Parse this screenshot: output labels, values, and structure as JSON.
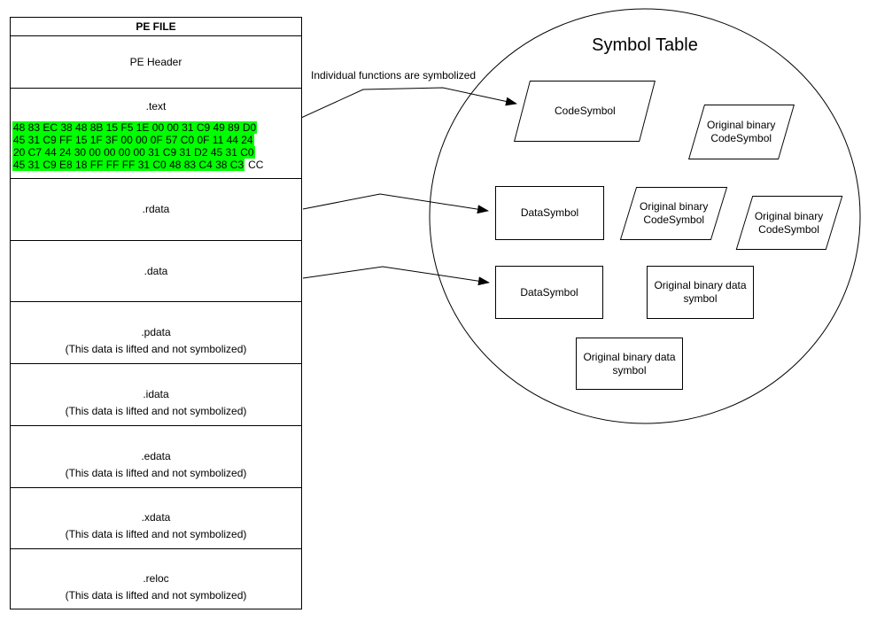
{
  "colors": {
    "background": "#ffffff",
    "stroke": "#000000",
    "highlight_green": "#00ff00"
  },
  "pe_file": {
    "title": "PE FILE",
    "header": "PE Header",
    "text_section": {
      "label": ".text",
      "hex_lines": [
        "48 83 EC 38 48 8B 15 F5 1E 00 00 31 C9 49 89 D0",
        "45 31 C9 FF 15 1F 3F 00 00 0F 57 C0 0F 11 44 24",
        "20 C7 44 24 30 00 00 00 00 31 C9 31 D2 45 31 C0",
        "45 31 C9 E8 18 FF FF FF 31 C0 48 83 C4 38 C3"
      ],
      "unhighlighted_suffix": "CC"
    },
    "sections": [
      {
        "label": ".rdata"
      },
      {
        "label": ".data"
      },
      {
        "label": ".pdata",
        "note": "(This data is lifted and not symbolized)"
      },
      {
        "label": ".idata",
        "note": "(This data is lifted and not symbolized)"
      },
      {
        "label": ".edata",
        "note": "(This data is lifted and not symbolized)"
      },
      {
        "label": ".xdata",
        "note": "(This data is lifted and not symbolized)"
      },
      {
        "label": ".reloc",
        "note": "(This data is lifted and not symbolized)"
      }
    ]
  },
  "annotation": "Individual functions are symbolized",
  "symbol_table": {
    "title": "Symbol Table",
    "shapes": [
      {
        "type": "parallelogram",
        "lines": [
          "CodeSymbol"
        ]
      },
      {
        "type": "parallelogram",
        "lines": [
          "Original binary",
          "CodeSymbol"
        ]
      },
      {
        "type": "rect",
        "lines": [
          "DataSymbol"
        ]
      },
      {
        "type": "parallelogram",
        "lines": [
          "Original binary",
          "CodeSymbol"
        ]
      },
      {
        "type": "parallelogram",
        "lines": [
          "Original binary",
          "CodeSymbol"
        ]
      },
      {
        "type": "rect",
        "lines": [
          "DataSymbol"
        ]
      },
      {
        "type": "rect",
        "lines": [
          "Original binary data",
          "symbol"
        ]
      },
      {
        "type": "rect",
        "lines": [
          "Original binary data",
          "symbol"
        ]
      }
    ]
  }
}
